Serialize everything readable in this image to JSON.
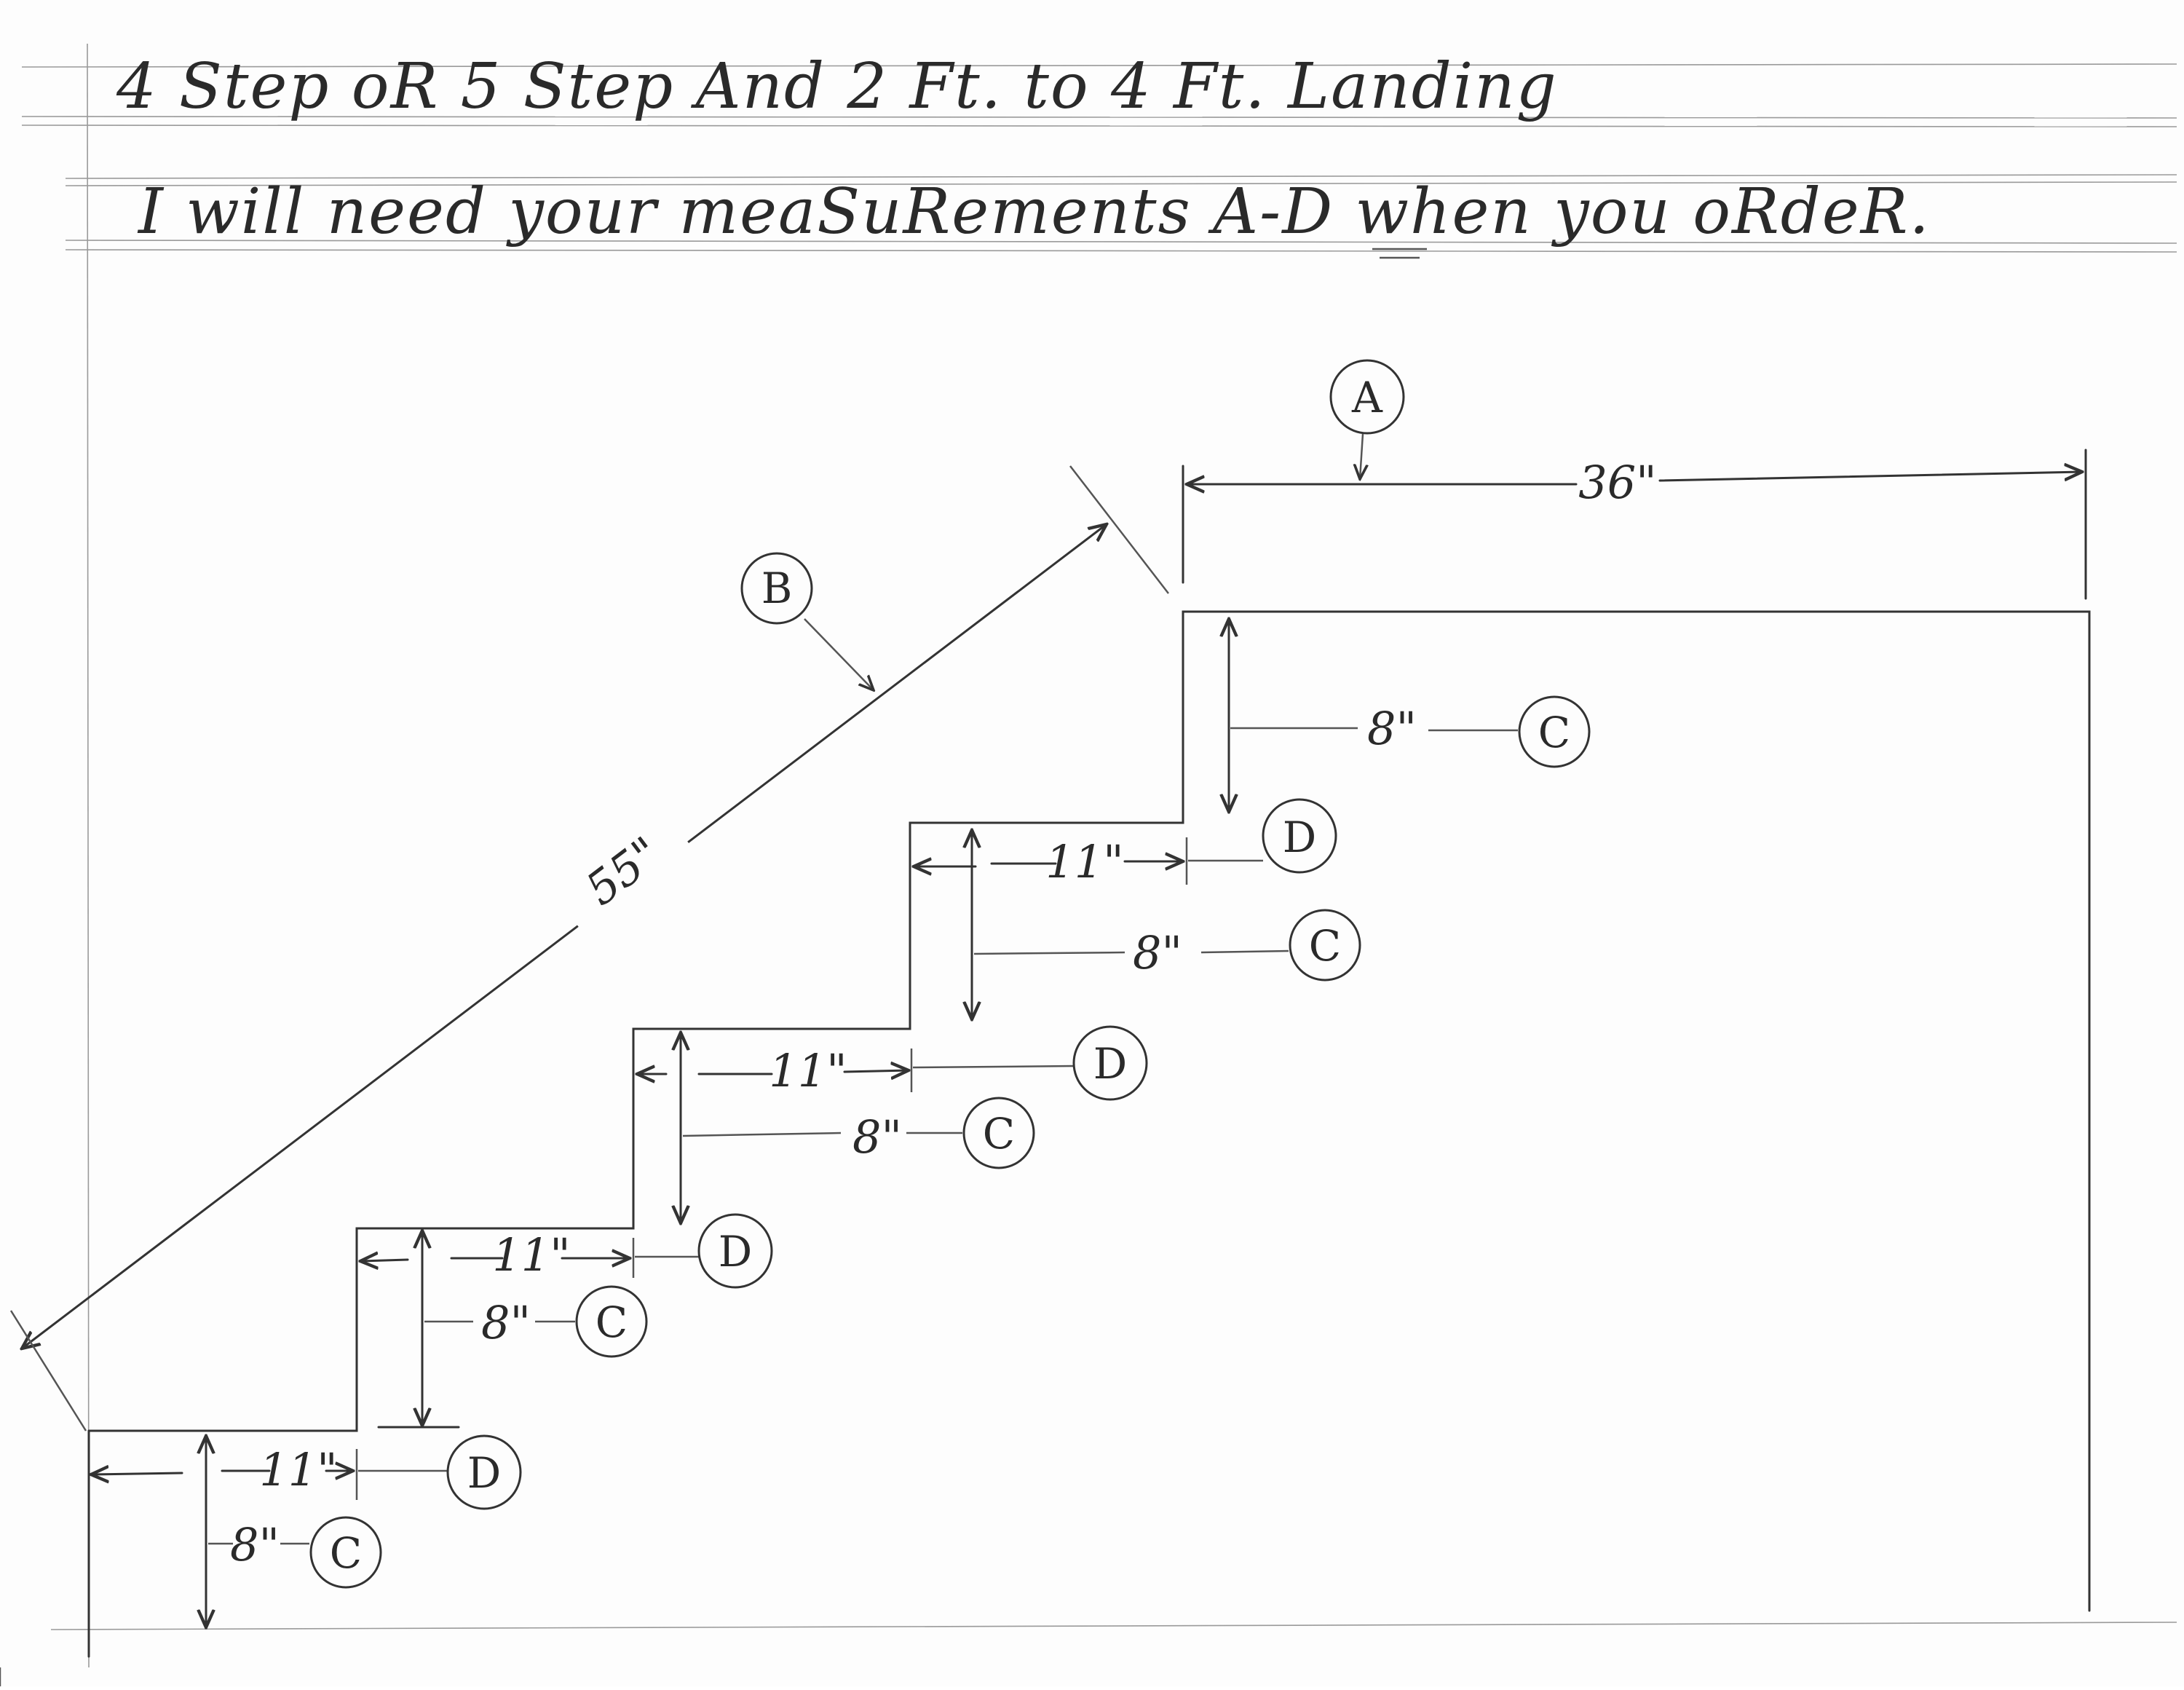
{
  "header": {
    "title": "4 Step oR 5 Step And 2 Ft. to 4 Ft. Landing",
    "subtitle": "I will need your meaSuRements A-D when you oRdeR."
  },
  "measurements": {
    "A": {
      "label": "A",
      "value": "36\""
    },
    "B": {
      "label": "B",
      "value": "55\""
    },
    "C": {
      "label": "C",
      "value": "8\""
    },
    "D": {
      "label": "D",
      "value": "11\""
    }
  },
  "steps": [
    {
      "rise": "8\"",
      "rise_label": "C",
      "run": "11\"",
      "run_label": "D"
    },
    {
      "rise": "8\"",
      "rise_label": "C",
      "run": "11\"",
      "run_label": "D"
    },
    {
      "rise": "8\"",
      "rise_label": "C",
      "run": "11\"",
      "run_label": "D"
    },
    {
      "rise": "8\"",
      "rise_label": "C",
      "run": "11\"",
      "run_label": "D"
    }
  ],
  "landing": {
    "rise": "8\"",
    "rise_label": "C"
  },
  "colors": {
    "ink": "#333333",
    "paper": "#fdfdfd",
    "rule": "#9a9a9a"
  }
}
